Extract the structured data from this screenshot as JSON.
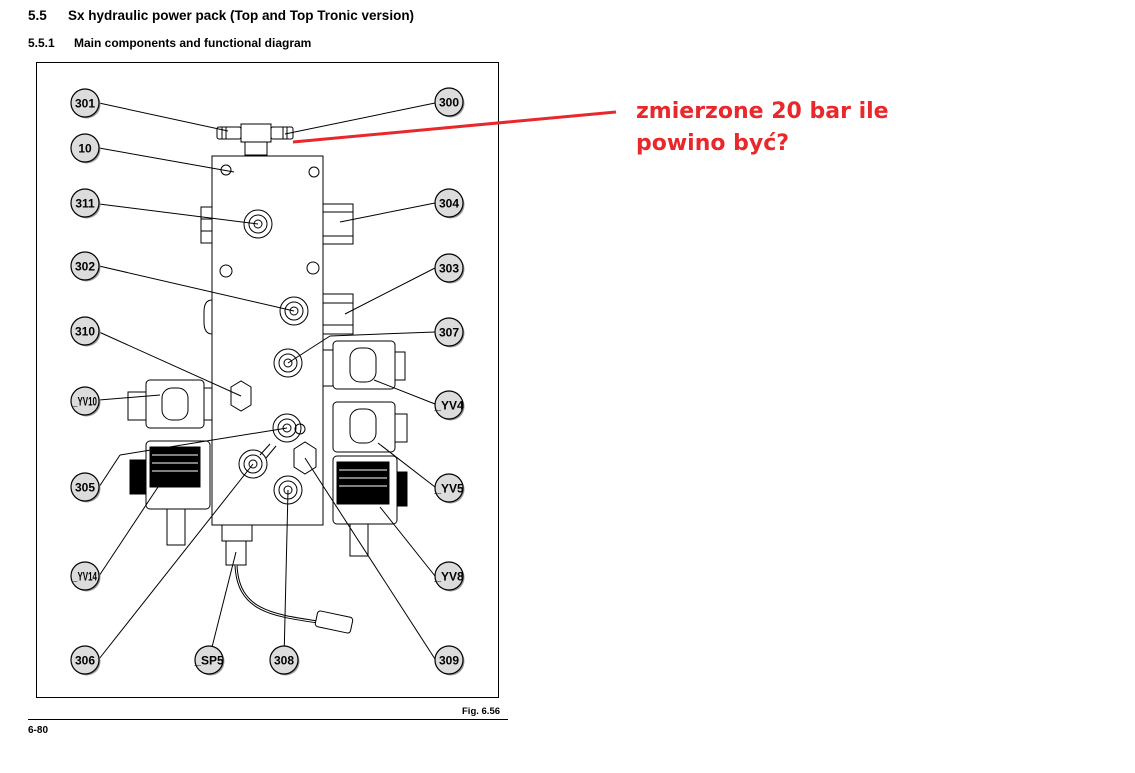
{
  "header": {
    "section_number": "5.5",
    "section_title": "Sx hydraulic power pack (Top and Top Tronic version)",
    "subsection_number": "5.5.1",
    "subsection_title": "Main components and functional diagram"
  },
  "figure": {
    "caption": "Fig. 6.56",
    "labels": [
      {
        "id": "301",
        "text": "301"
      },
      {
        "id": "300",
        "text": "300"
      },
      {
        "id": "10",
        "text": "10"
      },
      {
        "id": "311",
        "text": "311"
      },
      {
        "id": "304",
        "text": "304"
      },
      {
        "id": "302",
        "text": "302"
      },
      {
        "id": "303",
        "text": "303"
      },
      {
        "id": "310",
        "text": "310"
      },
      {
        "id": "307",
        "text": "307"
      },
      {
        "id": "yv10",
        "text": "_YV10"
      },
      {
        "id": "yv4",
        "text": "_YV4"
      },
      {
        "id": "305",
        "text": "305"
      },
      {
        "id": "yv5",
        "text": "_YV5"
      },
      {
        "id": "yv14",
        "text": "_YV14"
      },
      {
        "id": "yv8",
        "text": "_YV8"
      },
      {
        "id": "306",
        "text": "306"
      },
      {
        "id": "sp5",
        "text": "_SP5"
      },
      {
        "id": "308",
        "text": "308"
      },
      {
        "id": "309",
        "text": "309"
      }
    ]
  },
  "annotation": {
    "line1": "zmierzone 20 bar ile",
    "line2": "powino być?",
    "color": "#e8282b"
  },
  "footer": {
    "page_number": "6-80"
  }
}
